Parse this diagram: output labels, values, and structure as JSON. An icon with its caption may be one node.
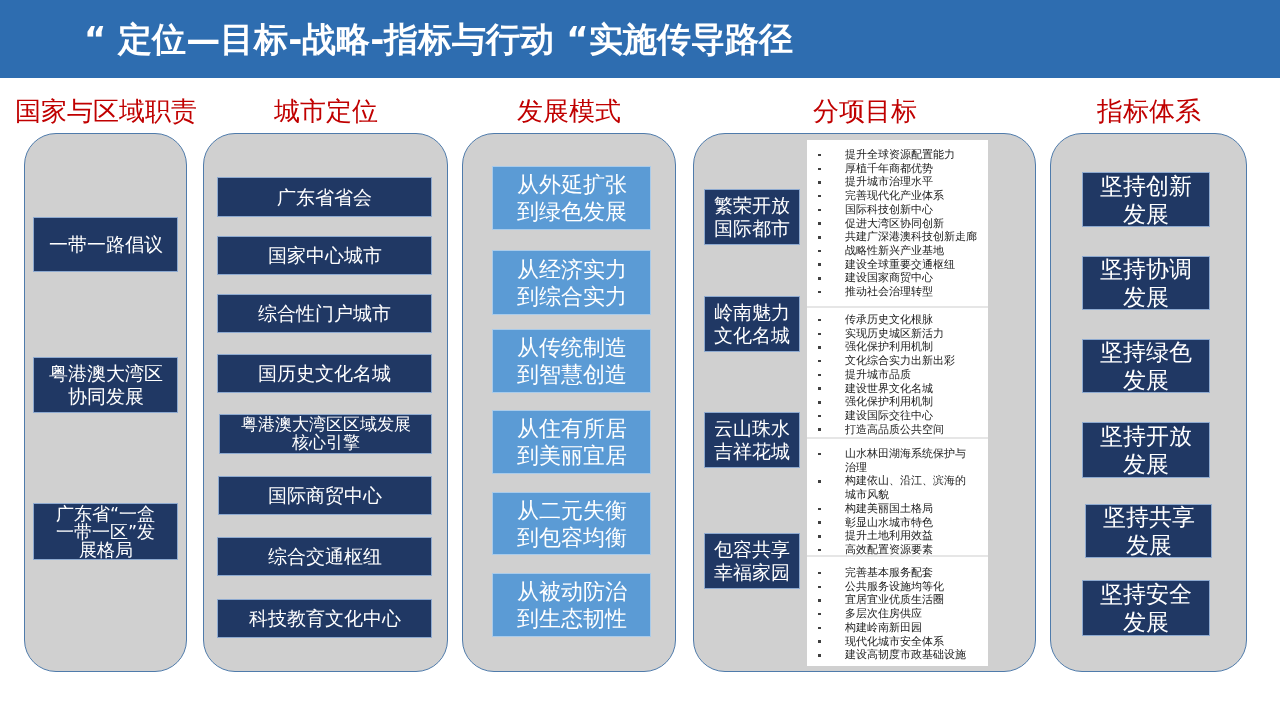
{
  "diagram": {
    "title": "“ 定位—目标-战略-指标与行动 “实施传导路径",
    "nodes": [
      {
        "text": [
          "国家与区域职责"
        ]
      },
      {
        "text": [
          "一带一路倡议"
        ],
        "in": 0
      },
      {
        "text": [
          "粤港澳大湾区协同发展"
        ],
        "in": 0
      },
      {
        "text": [
          "广东省“一盒一带一区”发展格局"
        ],
        "in": 0
      },
      {
        "text": [
          "城市定位"
        ]
      },
      {
        "text": [
          "广东省省会"
        ],
        "in": 4
      },
      {
        "text": [
          "国家中心城市"
        ],
        "in": 4
      },
      {
        "text": [
          "综合性门户城市"
        ],
        "in": 4
      },
      {
        "text": [
          "国历史文化名城"
        ],
        "in": 4
      },
      {
        "text": [
          "粤港澳大湾区区域发展核心引擎"
        ],
        "in": 4
      },
      {
        "text": [
          "国际商贸中心"
        ],
        "in": 4
      },
      {
        "text": [
          "综合交通枢纽"
        ],
        "in": 4
      },
      {
        "text": [
          "科技教育文化中心"
        ],
        "in": 4
      },
      {
        "text": [
          "发展模式"
        ]
      },
      {
        "text": [
          "从外延扩张到绿色发展"
        ],
        "in": 13
      },
      {
        "text": [
          "从经济实力到综合实力"
        ],
        "in": 13
      },
      {
        "text": [
          "从传统制造到智慧创造"
        ],
        "in": 13
      },
      {
        "text": [
          "从住有所居到美丽宜居"
        ],
        "in": 13
      },
      {
        "text": [
          "从二元失衡到包容均衡"
        ],
        "in": 13
      },
      {
        "text": [
          "从被动防治到生态韧性"
        ],
        "in": 13
      },
      {
        "text": [
          "分项目标"
        ]
      },
      {
        "text": [
          "繁荣开放国际都市"
        ],
        "in": 20
      },
      {
        "text": [
          "提升全球资源配置能力",
          "厚植千年商都优势",
          "提升城市治理水平",
          "完善现代化产业体系",
          "国际科技创新中心",
          "促进大湾区协同创新",
          "共建广深港澳科技创新走廊",
          "战略性新兴产业基地",
          "建设全球重要交通枢纽",
          "建设国家商贸中心",
          "推动社会治理转型"
        ],
        "in": 20
      },
      {
        "text": [
          "岭南魅力文化名城"
        ],
        "in": 20
      },
      {
        "text": [
          "传承历史文化根脉",
          "实现历史城区新活力",
          "强化保护利用机制",
          "文化综合实力出新出彩",
          "提升城市品质",
          "建设世界文化名城",
          "强化保护利用机制",
          "建设国际交往中心",
          "打造高品质公共空间"
        ],
        "in": 20
      },
      {
        "text": [
          "云山珠水吉祥花城"
        ],
        "in": 20
      },
      {
        "text": [
          "山水林田湖海系统保护与治理",
          "构建依山、沿江、滨海的城市风貌",
          "构建美丽国土格局",
          "彰显山水城市特色",
          "提升土地利用效益",
          "高效配置资源要素"
        ],
        "in": 20
      },
      {
        "text": [
          "包容共享幸福家园"
        ],
        "in": 20
      },
      {
        "text": [
          "完善基本服务配套",
          "公共服务设施均等化",
          "宜居宜业优质生活圈",
          "多层次住房供应",
          "构建岭南新田园",
          "现代化城市安全体系",
          "建设高韧度市政基础设施"
        ],
        "in": 20
      },
      {
        "text": [
          "指标体系"
        ]
      },
      {
        "text": [
          "坚持创新发展"
        ],
        "in": 29
      },
      {
        "text": [
          "坚持协调发展"
        ],
        "in": 29
      },
      {
        "text": [
          "坚持绿色发展"
        ],
        "in": 29
      },
      {
        "text": [
          "坚持开放发展"
        ],
        "in": 29
      },
      {
        "text": [
          "坚持共享发展"
        ],
        "in": 29
      },
      {
        "text": [
          "坚持安全发展"
        ],
        "in": 29
      }
    ]
  }
}
